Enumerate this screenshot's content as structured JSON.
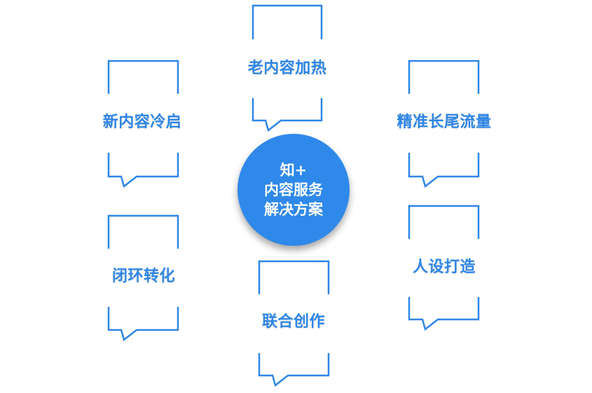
{
  "diagram": {
    "center": {
      "line1": "知+",
      "line2": "内容服务",
      "line3": "解决方案"
    },
    "bubbles": [
      {
        "id": "old-content",
        "label": "老内容加热"
      },
      {
        "id": "new-content",
        "label": "新内容冷启"
      },
      {
        "id": "long-tail",
        "label": "精准长尾流量"
      },
      {
        "id": "closed-loop",
        "label": "闭环转化"
      },
      {
        "id": "co-creation",
        "label": "联合创作"
      },
      {
        "id": "persona",
        "label": "人设打造"
      }
    ],
    "colors": {
      "accent": "#2e86e6",
      "circle": "#2f89ea",
      "background": "#ffffff"
    }
  }
}
